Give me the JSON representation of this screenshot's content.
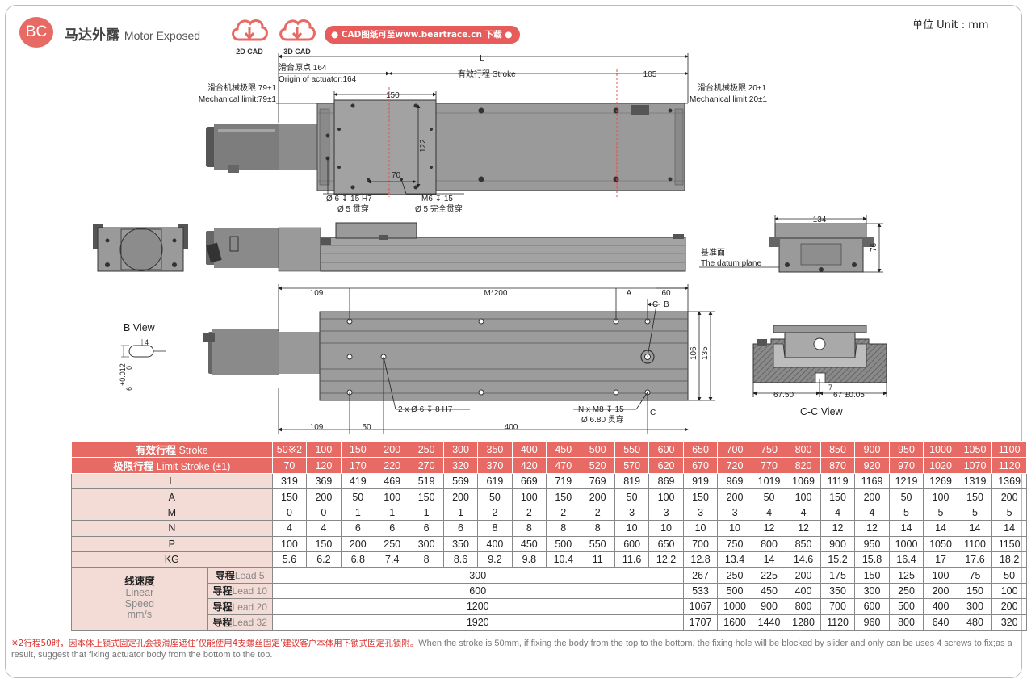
{
  "header": {
    "badge": "BC",
    "title_cn": "马达外露",
    "title_en": "Motor Exposed",
    "cad_2d": "2D CAD",
    "cad_3d": "3D CAD",
    "cad_url": "● CAD图纸可至www.beartrace.cn 下载 ●",
    "unit": "单位  Unit : mm"
  },
  "drawing": {
    "L": "L",
    "origin_cn": "滑台原点 164",
    "origin_en": "Origin of actuator:164",
    "stroke": "有效行程 Stroke",
    "dim_105": "105",
    "dim_150": "150",
    "dim_122": "122",
    "dim_70": "70",
    "mech_left_cn": "滑台机械极限 79±1",
    "mech_left_en": "Mechanical limit:79±1",
    "mech_right_cn": "滑台机械极限 20±1",
    "mech_right_en": "Mechanical limit:20±1",
    "hole1a": "Ø 6 ↧ 15 H7",
    "hole1b": "Ø 5 贯穿",
    "hole2a": "M6 ↧ 15",
    "hole2b": "Ø 5 完全贯穿",
    "dim_134": "134",
    "dim_76": "76",
    "datum_cn": "基准面",
    "datum_en": "The datum plane",
    "b_view": "B View",
    "b_4": "4",
    "b_tol": "+0.012",
    "b_6": "6",
    "b_0": "0",
    "dim_109": "109",
    "dim_m200": "M*200",
    "dim_A": "A",
    "dim_60": "60",
    "dim_C": "C",
    "dim_B": "B",
    "dim_106": "106",
    "dim_135": "135",
    "dim_50": "50",
    "dim_400": "400",
    "hole3": "2 x Ø 6 ↧ 8 H7",
    "hole4a": "N x M8 ↧ 15",
    "hole4b": "Ø 6.80 贯穿",
    "dim_C2": "C",
    "cc_view": "C-C View",
    "dim_6750": "67.50",
    "dim_67": "67 ±0.05",
    "dim_7": "7"
  },
  "table": {
    "stroke_label_cn": "有效行程",
    "stroke_label_en": "Stroke",
    "limit_label_cn": "极限行程",
    "limit_label_en": "Limit Stroke (±1)",
    "stroke": [
      "50※2",
      "100",
      "150",
      "200",
      "250",
      "300",
      "350",
      "400",
      "450",
      "500",
      "550",
      "600",
      "650",
      "700",
      "750",
      "800",
      "850",
      "900",
      "950",
      "1000",
      "1050",
      "1100"
    ],
    "limit": [
      "70",
      "120",
      "170",
      "220",
      "270",
      "320",
      "370",
      "420",
      "470",
      "520",
      "570",
      "620",
      "670",
      "720",
      "770",
      "820",
      "870",
      "920",
      "970",
      "1020",
      "1070",
      "1120"
    ],
    "rows": [
      {
        "label": "L",
        "values": [
          "319",
          "369",
          "419",
          "469",
          "519",
          "569",
          "619",
          "669",
          "719",
          "769",
          "819",
          "869",
          "919",
          "969",
          "1019",
          "1069",
          "1119",
          "1169",
          "1219",
          "1269",
          "1319",
          "1369"
        ]
      },
      {
        "label": "A",
        "values": [
          "150",
          "200",
          "50",
          "100",
          "150",
          "200",
          "50",
          "100",
          "150",
          "200",
          "50",
          "100",
          "150",
          "200",
          "50",
          "100",
          "150",
          "200",
          "50",
          "100",
          "150",
          "200"
        ]
      },
      {
        "label": "M",
        "values": [
          "0",
          "0",
          "1",
          "1",
          "1",
          "1",
          "2",
          "2",
          "2",
          "2",
          "3",
          "3",
          "3",
          "3",
          "4",
          "4",
          "4",
          "4",
          "5",
          "5",
          "5",
          "5"
        ]
      },
      {
        "label": "N",
        "values": [
          "4",
          "4",
          "6",
          "6",
          "6",
          "6",
          "8",
          "8",
          "8",
          "8",
          "10",
          "10",
          "10",
          "10",
          "12",
          "12",
          "12",
          "12",
          "14",
          "14",
          "14",
          "14"
        ]
      },
      {
        "label": "P",
        "values": [
          "100",
          "150",
          "200",
          "250",
          "300",
          "350",
          "400",
          "450",
          "500",
          "550",
          "600",
          "650",
          "700",
          "750",
          "800",
          "850",
          "900",
          "950",
          "1000",
          "1050",
          "1100",
          "1150"
        ]
      },
      {
        "label": "KG",
        "values": [
          "5.6",
          "6.2",
          "6.8",
          "7.4",
          "8",
          "8.6",
          "9.2",
          "9.8",
          "10.4",
          "11",
          "11.6",
          "12.2",
          "12.8",
          "13.4",
          "14",
          "14.6",
          "15.2",
          "15.8",
          "16.4",
          "17",
          "17.6",
          "18.2"
        ]
      }
    ],
    "speed_label_cn": "线速度",
    "speed_label_en1": "Linear",
    "speed_label_en2": "Speed",
    "speed_label_unit": "mm/s",
    "lead_cn": "导程",
    "speed_rows": [
      {
        "lead": "Lead 5",
        "base": "300",
        "values": [
          "267",
          "250",
          "225",
          "200",
          "175",
          "150",
          "125",
          "100",
          "75",
          "50"
        ]
      },
      {
        "lead": "Lead 10",
        "base": "600",
        "values": [
          "533",
          "500",
          "450",
          "400",
          "350",
          "300",
          "250",
          "200",
          "150",
          "100"
        ]
      },
      {
        "lead": "Lead 20",
        "base": "1200",
        "values": [
          "1067",
          "1000",
          "900",
          "800",
          "700",
          "600",
          "500",
          "400",
          "300",
          "200"
        ]
      },
      {
        "lead": "Lead 32",
        "base": "1920",
        "values": [
          "1707",
          "1600",
          "1440",
          "1280",
          "1120",
          "960",
          "800",
          "640",
          "480",
          "320"
        ]
      }
    ]
  },
  "note": {
    "cn": "※2行程50时，因本体上锁式固定孔会被滑座遮住’仅能使用4支螺丝固定’建议客户本体用下锁式固定孔锁附。",
    "en": "When the stroke is 50mm, if fixing the body from the top to the bottom, the fixing hole will be blocked by slider and only can be uses 4 screws to fix;as a result, suggest that fixing actuator body from the bottom to the top."
  },
  "colors": {
    "accent": "#e86a64",
    "label_bg": "#f4dcd6",
    "body_gray": "#9a9a9a"
  }
}
